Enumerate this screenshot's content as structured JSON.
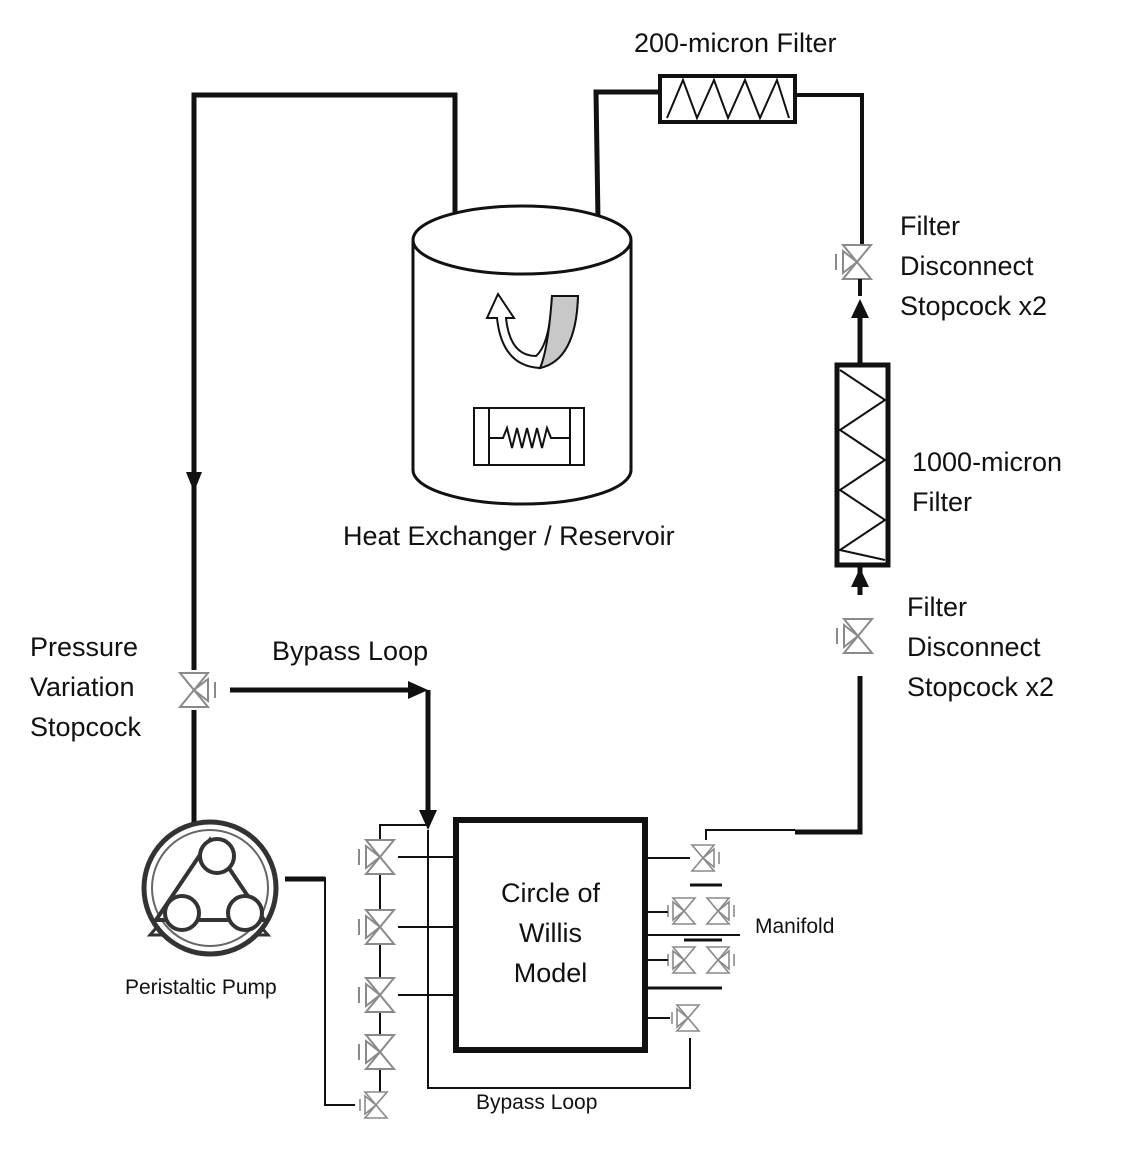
{
  "labels": {
    "filter_200": "200-micron Filter",
    "filter_disconnect_top": [
      "Filter",
      "Disconnect",
      "Stopcock x2"
    ],
    "heat_exchanger": "Heat Exchanger / Reservoir",
    "filter_1000": [
      "1000-micron",
      "Filter"
    ],
    "filter_disconnect_bottom": [
      "Filter",
      "Disconnect",
      "Stopcock x2"
    ],
    "pressure_stopcock": [
      "Pressure",
      "Variation",
      "Stopcock"
    ],
    "bypass_loop_top": "Bypass Loop",
    "circle_of_willis": [
      "Circle of",
      "Willis",
      "Model"
    ],
    "manifold": "Manifold",
    "peristaltic_pump": "Peristaltic Pump",
    "bypass_loop_bottom": "Bypass Loop"
  },
  "colors": {
    "line": "#111111",
    "valve_stroke": "#8a8a8a",
    "arrow_fill_gray": "#c8c8c8"
  }
}
